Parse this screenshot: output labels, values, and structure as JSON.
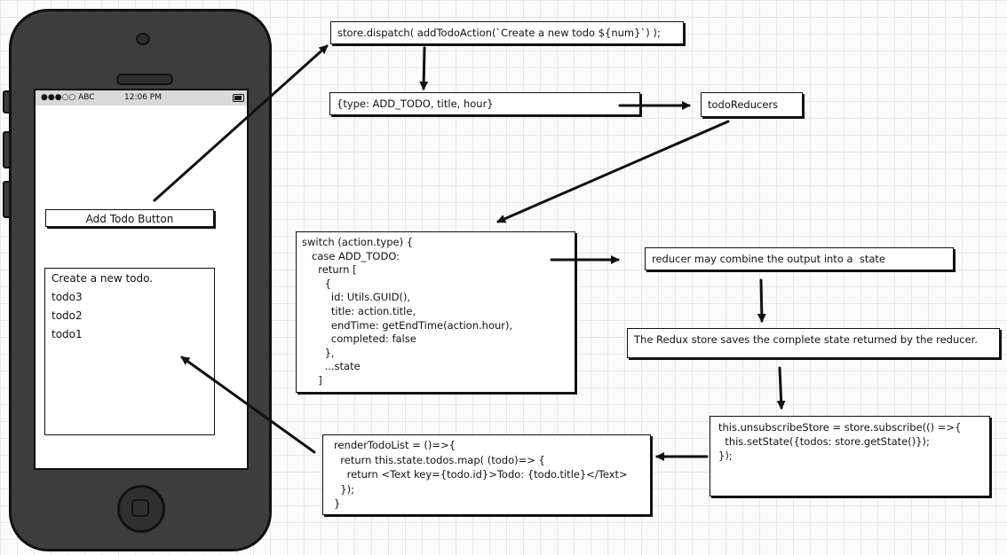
{
  "phone": {
    "status_carrier": "●●●○○ ABC",
    "status_time": "12:06 PM",
    "add_button_label": "Add Todo Button",
    "list_header": "Create a new todo.",
    "list_items": [
      "todo3",
      "todo2",
      "todo1"
    ]
  },
  "boxes": {
    "dispatch": "store.dispatch( addTodoAction(`Create a new todo ${num}`) );",
    "action": "{type: ADD_TODO, title, hour}",
    "reducers": "todoReducers",
    "switch_code": "switch (action.type) {\n   case ADD_TODO:\n     return [\n       {\n         id: Utils.GUID(),\n         title: action.title,\n         endTime: getEndTime(action.hour),\n         completed: false\n       },\n       ...state\n     ]",
    "combine": "reducer may combine the output into a  state",
    "store_saves": "The Redux store saves the complete state returned by the reducer.",
    "subscribe_code": "this.unsubscribeStore = store.subscribe(() =>{\n  this.setState({todos: store.getState()});\n});",
    "render_code": "renderTodoList = ()=>{\n  return this.state.todos.map( (todo)=> {\n    return <Text key={todo.id}>Todo: {todo.title}</Text>\n  });\n}"
  }
}
